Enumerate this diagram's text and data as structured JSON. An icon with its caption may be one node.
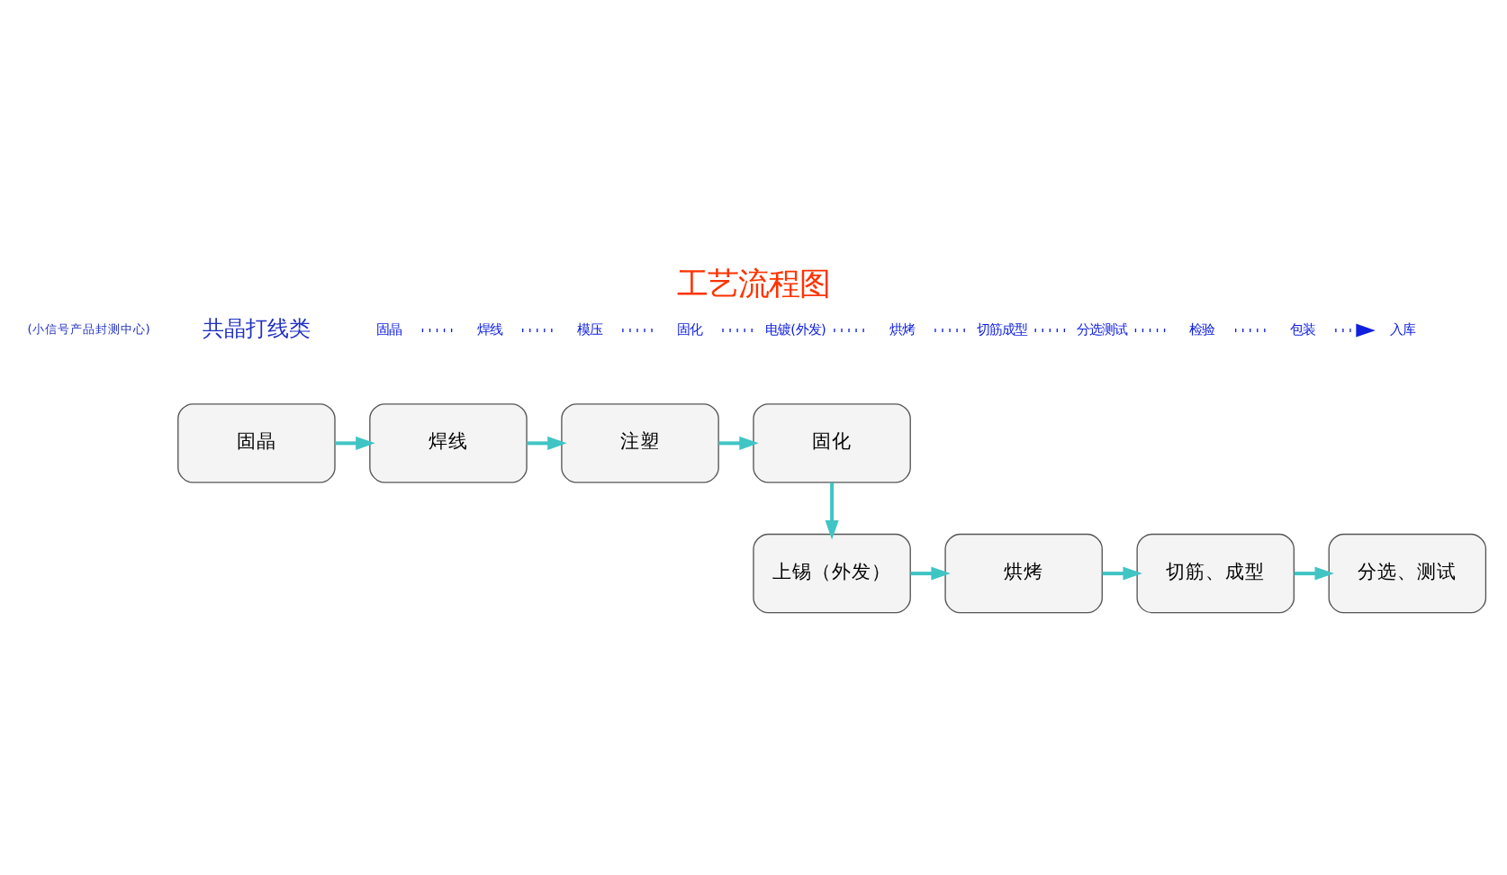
{
  "diagram": {
    "title": "工艺流程图",
    "nodes": [
      {
        "text": [
          "固晶"
        ]
      },
      {
        "text": [
          "焊线"
        ]
      },
      {
        "text": [
          "注塑"
        ]
      },
      {
        "text": [
          "固化"
        ]
      },
      {
        "text": [
          "上锡（外发）"
        ]
      },
      {
        "text": [
          "烘烤"
        ]
      },
      {
        "text": [
          "切筋、成型"
        ]
      },
      {
        "text": [
          "分选、测试"
        ]
      },
      {
        "text": [
          "固晶"
        ]
      },
      {
        "text": [
          "焊线"
        ]
      },
      {
        "text": [
          "模压"
        ]
      },
      {
        "text": [
          "固化"
        ]
      },
      {
        "text": [
          "电镀(外发)"
        ]
      },
      {
        "text": [
          "烘烤"
        ]
      },
      {
        "text": [
          "切筋成型"
        ]
      },
      {
        "text": [
          "分选测试"
        ]
      },
      {
        "text": [
          "检验"
        ]
      },
      {
        "text": [
          "包装"
        ]
      },
      {
        "text": [
          "入库"
        ]
      }
    ],
    "edges": [
      {
        "from": 0,
        "to": 1,
        "arrow": "to",
        "color": "#40c4c4"
      },
      {
        "from": 1,
        "to": 2,
        "arrow": "to",
        "color": "#40c4c4"
      },
      {
        "from": 2,
        "to": 3,
        "arrow": "to",
        "color": "#40c4c4"
      },
      {
        "from": 3,
        "to": 4,
        "arrow": "to",
        "color": "#40c4c4"
      },
      {
        "from": 4,
        "to": 5,
        "arrow": "to",
        "color": "#40c4c4"
      },
      {
        "from": 5,
        "to": 6,
        "arrow": "to",
        "color": "#40c4c4"
      },
      {
        "from": 6,
        "to": 7,
        "arrow": "to",
        "color": "#40c4c4"
      },
      {
        "from": 8,
        "to": 9,
        "arrow": "none",
        "style": "dashed"
      },
      {
        "from": 9,
        "to": 10,
        "arrow": "none",
        "style": "dashed"
      },
      {
        "from": 10,
        "to": 11,
        "arrow": "none",
        "style": "dashed"
      },
      {
        "from": 11,
        "to": 12,
        "arrow": "none",
        "style": "dashed"
      },
      {
        "from": 12,
        "to": 13,
        "arrow": "none",
        "style": "dashed"
      },
      {
        "from": 13,
        "to": 14,
        "arrow": "none",
        "style": "dashed"
      },
      {
        "from": 14,
        "to": 15,
        "arrow": "none",
        "style": "dashed"
      },
      {
        "from": 15,
        "to": 16,
        "arrow": "none",
        "style": "dashed"
      },
      {
        "from": 16,
        "to": 17,
        "arrow": "none",
        "style": "dashed"
      },
      {
        "from": 17,
        "to": 18,
        "arrow": "to",
        "style": "dashed"
      }
    ],
    "labels": [
      "(小信号产品封测中心)",
      "共晶打线类"
    ]
  }
}
